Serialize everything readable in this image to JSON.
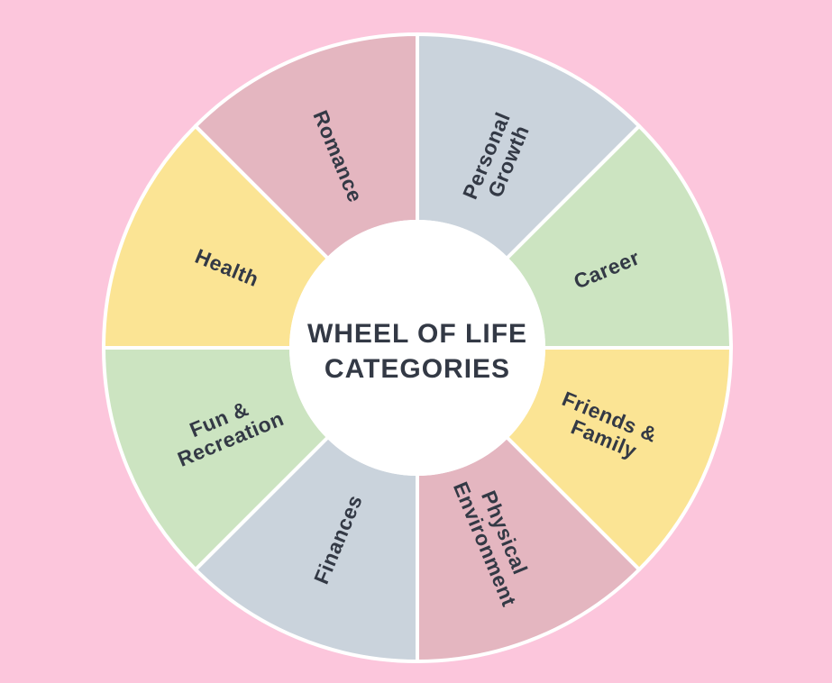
{
  "page": {
    "background_color": "#fcc6dc",
    "body_style": "background-color:#fcc6dc"
  },
  "wheel": {
    "center_title": {
      "line1": "WHEEL OF LIFE",
      "line2": "CATEGORIES"
    },
    "colors": {
      "center_circle": "#ffffff",
      "divider": "#ffffff",
      "text": "#333945",
      "rose": "#e4b6c0",
      "blue_gray": "#cad3dc",
      "green": "#cce4c1",
      "yellow": "#fbe494"
    },
    "segments": [
      {
        "name": "Personal Growth",
        "lines": [
          "Personal",
          "Growth"
        ],
        "color": "#cad3dc"
      },
      {
        "name": "Career",
        "lines": [
          "Career"
        ],
        "color": "#cce4c1"
      },
      {
        "name": "Friends & Family",
        "lines": [
          "Friends &",
          "Family"
        ],
        "color": "#fbe494"
      },
      {
        "name": "Physical Environment",
        "lines": [
          "Physical",
          "Environment"
        ],
        "color": "#e4b6c0"
      },
      {
        "name": "Finances",
        "lines": [
          "Finances"
        ],
        "color": "#cad3dc"
      },
      {
        "name": "Fun & Recreation",
        "lines": [
          "Fun &",
          "Recreation"
        ],
        "color": "#cce4c1"
      },
      {
        "name": "Health",
        "lines": [
          "Health"
        ],
        "color": "#fbe494"
      },
      {
        "name": "Romance",
        "lines": [
          "Romance"
        ],
        "color": "#e4b6c0"
      }
    ]
  }
}
